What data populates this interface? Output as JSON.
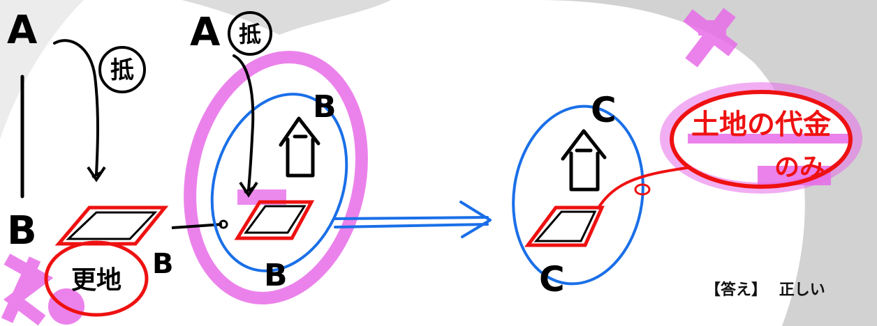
{
  "labels": {
    "a_left": "A",
    "b_left": "B",
    "a_mid": "A",
    "b_small_left": "B",
    "b_top_mid": "B",
    "b_bottom_mid": "B",
    "c_top": "C",
    "c_bottom": "C",
    "circle_left": "抵",
    "circle_mid": "抵",
    "lower_left_note": "更地",
    "right_note_line1": "土地の代金",
    "right_note_line2": "のみ"
  },
  "answer": {
    "bracket": "【答え】",
    "value": "正しい"
  },
  "colors": {
    "red": "#ee1111",
    "blue": "#1a6fe8",
    "pink": "#e76ce8",
    "gray": "#d2d2d2",
    "ink": "#000000"
  }
}
